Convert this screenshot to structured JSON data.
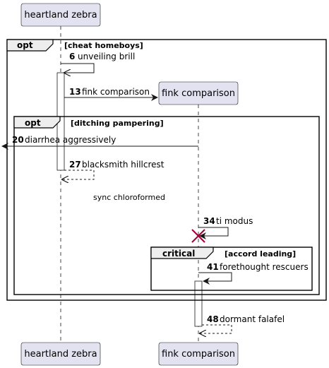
{
  "participants": {
    "a": {
      "name": "heartland zebra"
    },
    "b": {
      "name": "fink comparison"
    }
  },
  "fragments": {
    "opt1": {
      "keyword": "opt",
      "guard": "[cheat homeboys]"
    },
    "opt2": {
      "keyword": "opt",
      "guard": "[ditching pampering]"
    },
    "critical": {
      "keyword": "critical",
      "guard": "[accord leading]"
    }
  },
  "messages": [
    {
      "num": "6",
      "text": "unveiling brill"
    },
    {
      "num": "13",
      "text": "fink comparison"
    },
    {
      "num": "20",
      "text": "diarrhea aggressively"
    },
    {
      "num": "27",
      "text": "blacksmith hillcrest"
    },
    {
      "num": "34",
      "text": "ti modus"
    },
    {
      "num": "41",
      "text": "forethought rescuers"
    },
    {
      "num": "48",
      "text": "dormant falafel"
    }
  ],
  "divider": {
    "text": "sync chloroformed"
  },
  "colors": {
    "participant_fill": "#E2E2F0",
    "participant_border": "#181818",
    "fragment_header_fill": "#EEEEEE",
    "destroy_mark": "#A80036"
  }
}
